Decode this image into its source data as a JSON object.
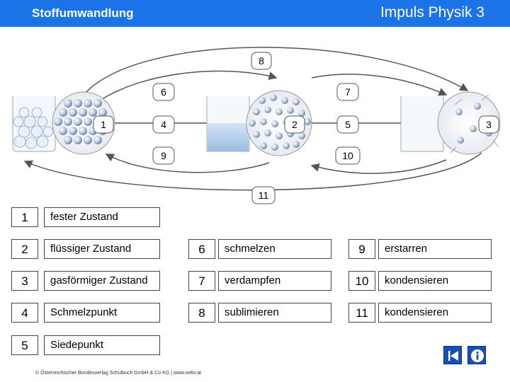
{
  "header": {
    "title": "Stoffumwandlung",
    "series": "Impuls Physik 3"
  },
  "diagram": {
    "markers": [
      "8",
      "6",
      "7",
      "1",
      "4",
      "2",
      "5",
      "3",
      "9",
      "10",
      "11"
    ]
  },
  "legend": [
    {
      "num": "1",
      "text": "fester Zustand"
    },
    {
      "num": "2",
      "text": "flüssiger Zustand"
    },
    {
      "num": "3",
      "text": "gasförmiger Zustand"
    },
    {
      "num": "4",
      "text": "Schmelzpunkt"
    },
    {
      "num": "5",
      "text": "Siedepunkt"
    },
    {
      "num": "6",
      "text": "schmelzen"
    },
    {
      "num": "7",
      "text": "verdampfen"
    },
    {
      "num": "8",
      "text": "sublimieren"
    },
    {
      "num": "9",
      "text": "erstarren"
    },
    {
      "num": "10",
      "text": "kondensieren"
    },
    {
      "num": "11",
      "text": "kondensieren"
    }
  ],
  "footer": "© Österreichischer Bundesverlag Schulbuch GmbH & Co KG | www.oebv.at",
  "colors": {
    "header": "#1b73e8",
    "nav": "#1450b5"
  },
  "nav": {
    "back_icon": "back-icon",
    "info_icon": "info-icon"
  }
}
